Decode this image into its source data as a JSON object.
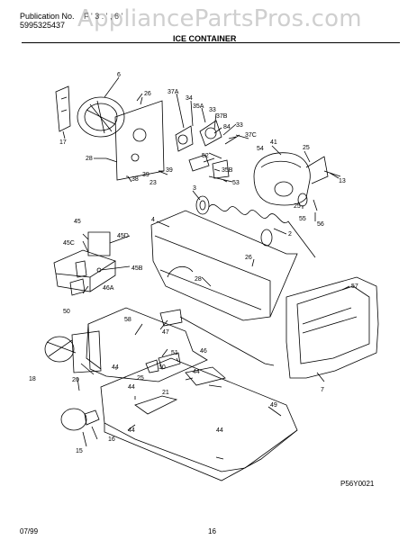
{
  "header": {
    "pub_label": "Publication No.",
    "pub_number": "5995325437",
    "model_partial": "F ' 3 . ' , 6 ' ",
    "section_title": "ICE CONTAINER"
  },
  "watermark": "AppliancePartsPros.com",
  "diagram_code": "P56Y0021",
  "footer": {
    "date": "07/99",
    "page": "16"
  },
  "callouts": [
    "6",
    "26",
    "37A",
    "34",
    "35A",
    "33",
    "37B",
    "84",
    "33",
    "37C",
    "54",
    "41",
    "25",
    "17",
    "52",
    "35B",
    "53",
    "28",
    "39",
    "38",
    "23",
    "39",
    "13",
    "25",
    "55",
    "56",
    "3",
    "4",
    "2",
    "45",
    "45D",
    "45C",
    "45B",
    "46A",
    "50",
    "26",
    "28",
    "57",
    "58",
    "47",
    "51",
    "46",
    "44",
    "44",
    "10",
    "25",
    "21",
    "18",
    "20",
    "44",
    "49",
    "44",
    "16",
    "15",
    "44",
    "7"
  ]
}
